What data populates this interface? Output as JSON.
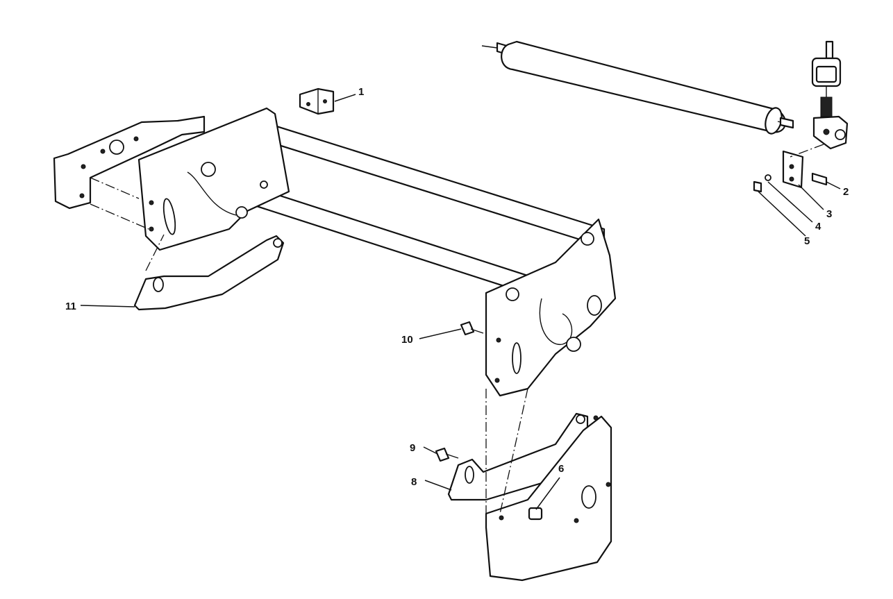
{
  "callouts": [
    {
      "id": "1",
      "label": "1"
    },
    {
      "id": "2",
      "label": "2"
    },
    {
      "id": "3",
      "label": "3"
    },
    {
      "id": "4",
      "label": "4"
    },
    {
      "id": "5",
      "label": "5"
    },
    {
      "id": "6",
      "label": "6"
    },
    {
      "id": "8",
      "label": "8"
    },
    {
      "id": "9",
      "label": "9"
    },
    {
      "id": "10",
      "label": "10"
    },
    {
      "id": "11",
      "label": "11"
    }
  ]
}
